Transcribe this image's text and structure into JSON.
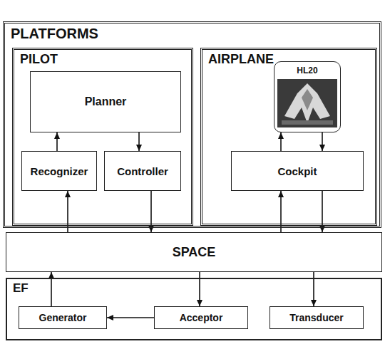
{
  "diagram": {
    "nodes": [
      {
        "text": [
          "PLATFORMS"
        ]
      },
      {
        "text": [
          "PILOT"
        ],
        "in": 0
      },
      {
        "text": [
          "Planner"
        ],
        "in": 1
      },
      {
        "text": [
          "Recognizer"
        ],
        "in": 1
      },
      {
        "text": [
          "Controller"
        ],
        "in": 1
      },
      {
        "text": [
          "AIRPLANE"
        ],
        "in": 0
      },
      {
        "text": [
          "HL20"
        ],
        "in": 5
      },
      {
        "text": [
          "Cockpit"
        ],
        "in": 5
      },
      {
        "text": [
          "SPACE"
        ]
      },
      {
        "text": [
          "EF"
        ]
      },
      {
        "text": [
          "Generator"
        ],
        "in": 9
      },
      {
        "text": [
          "Acceptor"
        ],
        "in": 9
      },
      {
        "text": [
          "Transducer"
        ],
        "in": 9
      }
    ],
    "edges": [
      {
        "from": 3,
        "to": 2,
        "arrow": "to"
      },
      {
        "from": 2,
        "to": 4,
        "arrow": "to"
      },
      {
        "from": 7,
        "to": 6,
        "arrow": "to"
      },
      {
        "from": 6,
        "to": 7,
        "arrow": "to"
      },
      {
        "from": 8,
        "to": 3,
        "arrow": "to"
      },
      {
        "from": 4,
        "to": 8,
        "arrow": "to"
      },
      {
        "from": 8,
        "to": 7,
        "arrow": "to"
      },
      {
        "from": 7,
        "to": 8,
        "arrow": "to"
      },
      {
        "from": 10,
        "to": 8,
        "arrow": "to"
      },
      {
        "from": 8,
        "to": 11,
        "arrow": "to"
      },
      {
        "from": 8,
        "to": 12,
        "arrow": "to"
      },
      {
        "from": 11,
        "to": 10,
        "arrow": "to"
      }
    ]
  }
}
